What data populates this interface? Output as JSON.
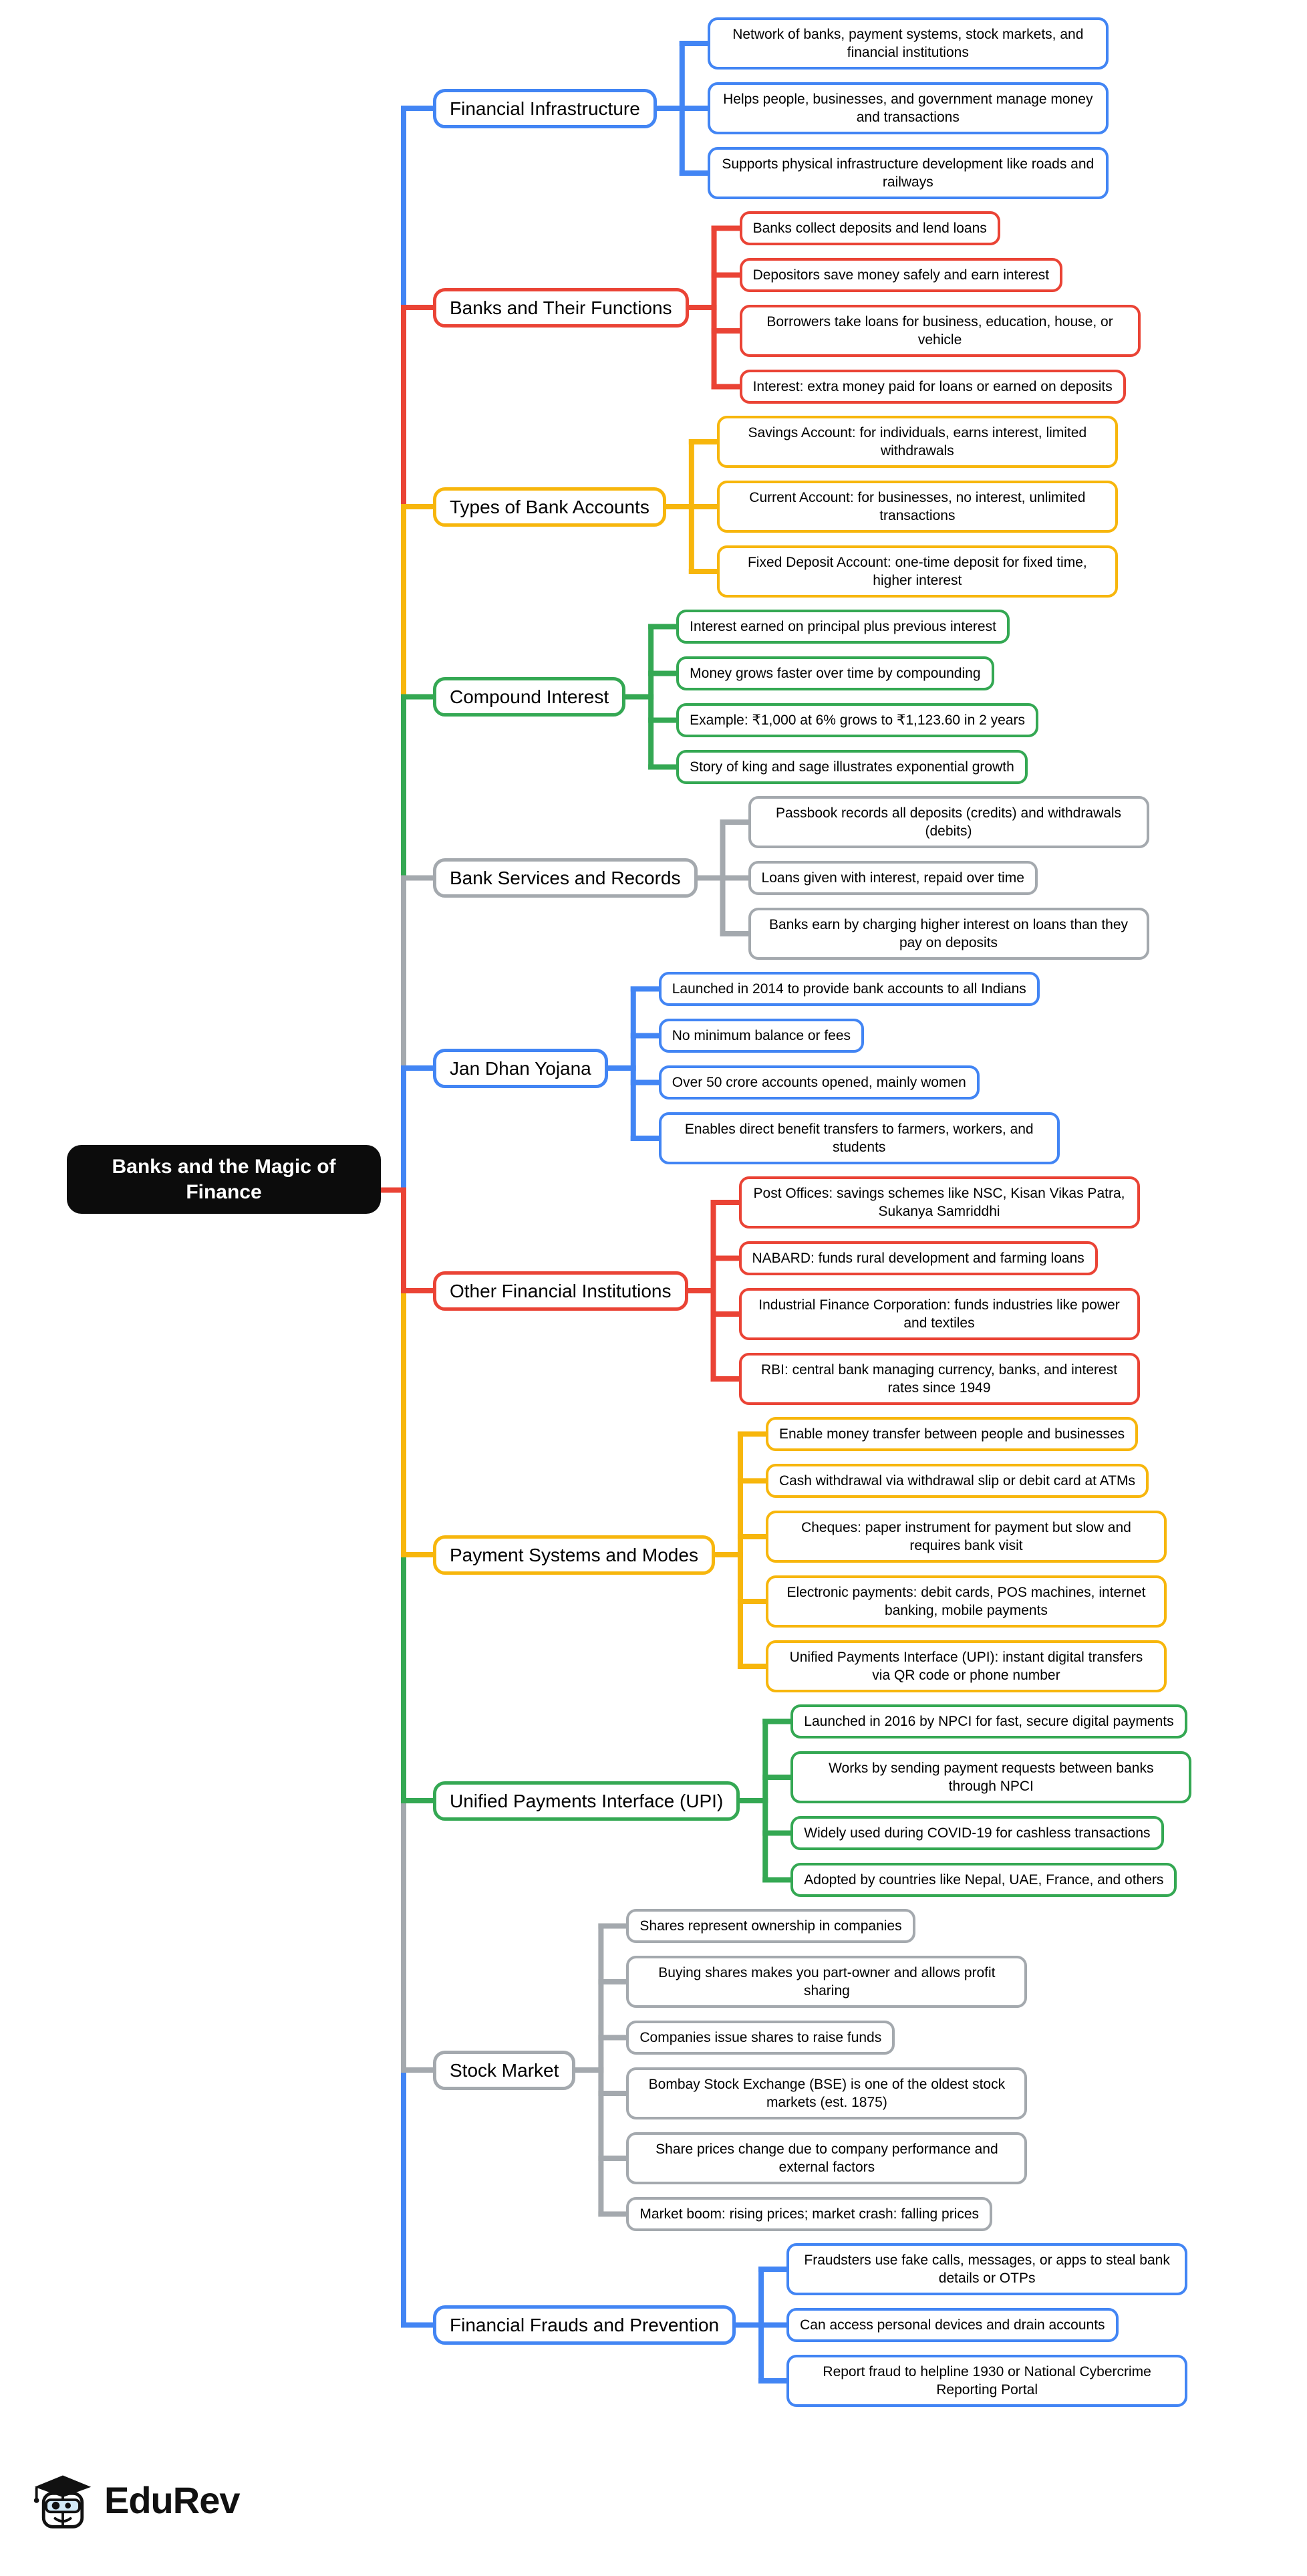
{
  "root": {
    "label": "Banks and the Magic of Finance"
  },
  "logo": {
    "text": "EduRev"
  },
  "palette": {
    "blue": "#4285F4",
    "red": "#EA4335",
    "yellow": "#F7B60C",
    "green": "#34A853",
    "gray": "#A4A9AE",
    "root_bg": "#0c0c0c",
    "root_text": "#ffffff"
  },
  "branches": [
    {
      "label": "Financial Infrastructure",
      "color": "#4285F4",
      "children": [
        "Network of banks, payment systems, stock markets, and financial institutions",
        "Helps people, businesses, and government manage money and transactions",
        "Supports physical infrastructure development like roads and railways"
      ]
    },
    {
      "label": "Banks and Their Functions",
      "color": "#EA4335",
      "children": [
        "Banks collect deposits and lend loans",
        "Depositors save money safely and earn interest",
        "Borrowers take loans for business, education, house, or vehicle",
        "Interest: extra money paid for loans or earned on deposits"
      ]
    },
    {
      "label": "Types of Bank Accounts",
      "color": "#F7B60C",
      "children": [
        "Savings Account: for individuals, earns interest, limited withdrawals",
        "Current Account: for businesses, no interest, unlimited transactions",
        "Fixed Deposit Account: one-time deposit for fixed time, higher interest"
      ]
    },
    {
      "label": "Compound Interest",
      "color": "#34A853",
      "children": [
        "Interest earned on principal plus previous interest",
        "Money grows faster over time by compounding",
        "Example: ₹1,000 at 6% grows to ₹1,123.60 in 2 years",
        "Story of king and sage illustrates exponential growth"
      ]
    },
    {
      "label": "Bank Services and Records",
      "color": "#A4A9AE",
      "children": [
        "Passbook records all deposits (credits) and withdrawals (debits)",
        "Loans given with interest, repaid over time",
        "Banks earn by charging higher interest on loans than they pay on deposits"
      ]
    },
    {
      "label": "Jan Dhan Yojana",
      "color": "#4285F4",
      "children": [
        "Launched in 2014 to provide bank accounts to all Indians",
        "No minimum balance or fees",
        "Over 50 crore accounts opened, mainly women",
        "Enables direct benefit transfers to farmers, workers, and students"
      ]
    },
    {
      "label": "Other Financial Institutions",
      "color": "#EA4335",
      "children": [
        "Post Offices: savings schemes like NSC, Kisan Vikas Patra, Sukanya Samriddhi",
        "NABARD: funds rural development and farming loans",
        "Industrial Finance Corporation: funds industries like power and textiles",
        "RBI: central bank managing currency, banks, and interest rates since 1949"
      ]
    },
    {
      "label": "Payment Systems and Modes",
      "color": "#F7B60C",
      "children": [
        "Enable money transfer between people and businesses",
        "Cash withdrawal via withdrawal slip or debit card at ATMs",
        "Cheques: paper instrument for payment but slow and requires bank visit",
        "Electronic payments: debit cards, POS machines, internet banking, mobile payments",
        "Unified Payments Interface (UPI): instant digital transfers via QR code or phone number"
      ]
    },
    {
      "label": "Unified Payments Interface (UPI)",
      "color": "#34A853",
      "children": [
        "Launched in 2016 by NPCI for fast, secure digital payments",
        "Works by sending payment requests between banks through NPCI",
        "Widely used during COVID-19 for cashless transactions",
        "Adopted by countries like Nepal, UAE, France, and others"
      ]
    },
    {
      "label": "Stock Market",
      "color": "#A4A9AE",
      "children": [
        "Shares represent ownership in companies",
        "Buying shares makes you part-owner and allows profit sharing",
        "Companies issue shares to raise funds",
        "Bombay Stock Exchange (BSE) is one of the oldest stock markets (est. 1875)",
        "Share prices change due to company performance and external factors",
        "Market boom: rising prices; market crash: falling prices"
      ]
    },
    {
      "label": "Financial Frauds and Prevention",
      "color": "#4285F4",
      "children": [
        "Fraudsters use fake calls, messages, or apps to steal bank details or OTPs",
        "Can access personal devices and drain accounts",
        "Report fraud to helpline 1930 or National Cybercrime Reporting Portal"
      ]
    }
  ]
}
